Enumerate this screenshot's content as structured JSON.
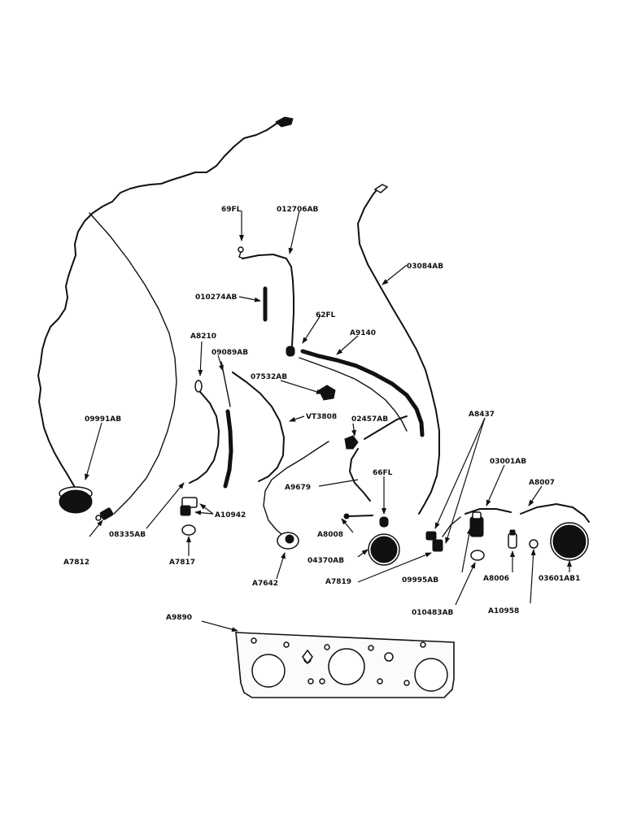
{
  "labels": {
    "p_69fl": "69FL",
    "p_012706ab": "012706AB",
    "p_010274ab": "010274AB",
    "p_03084ab": "03084AB",
    "p_62fl": "62FL",
    "p_a8210": "A8210",
    "p_09089ab": "09089AB",
    "p_a9140": "A9140",
    "p_07532ab": "07532AB",
    "p_09991ab": "09991AB",
    "p_vt3808": "VT3808",
    "p_02457ab": "02457AB",
    "p_a8437": "A8437",
    "p_a9679": "A9679",
    "p_66fl": "66FL",
    "p_03001ab": "03001AB",
    "p_a8007": "A8007",
    "p_a10942": "A10942",
    "p_08335ab": "08335AB",
    "p_a8008": "A8008",
    "p_a7812": "A7812",
    "p_a7817": "A7817",
    "p_04370ab": "04370AB",
    "p_a7642": "A7642",
    "p_a7819": "A7819",
    "p_09995ab": "09995AB",
    "p_a8006": "A8006",
    "p_03601ab1": "03601AB1",
    "p_010483ab": "010483AB",
    "p_a10958": "A10958",
    "p_a9890": "A9890"
  }
}
